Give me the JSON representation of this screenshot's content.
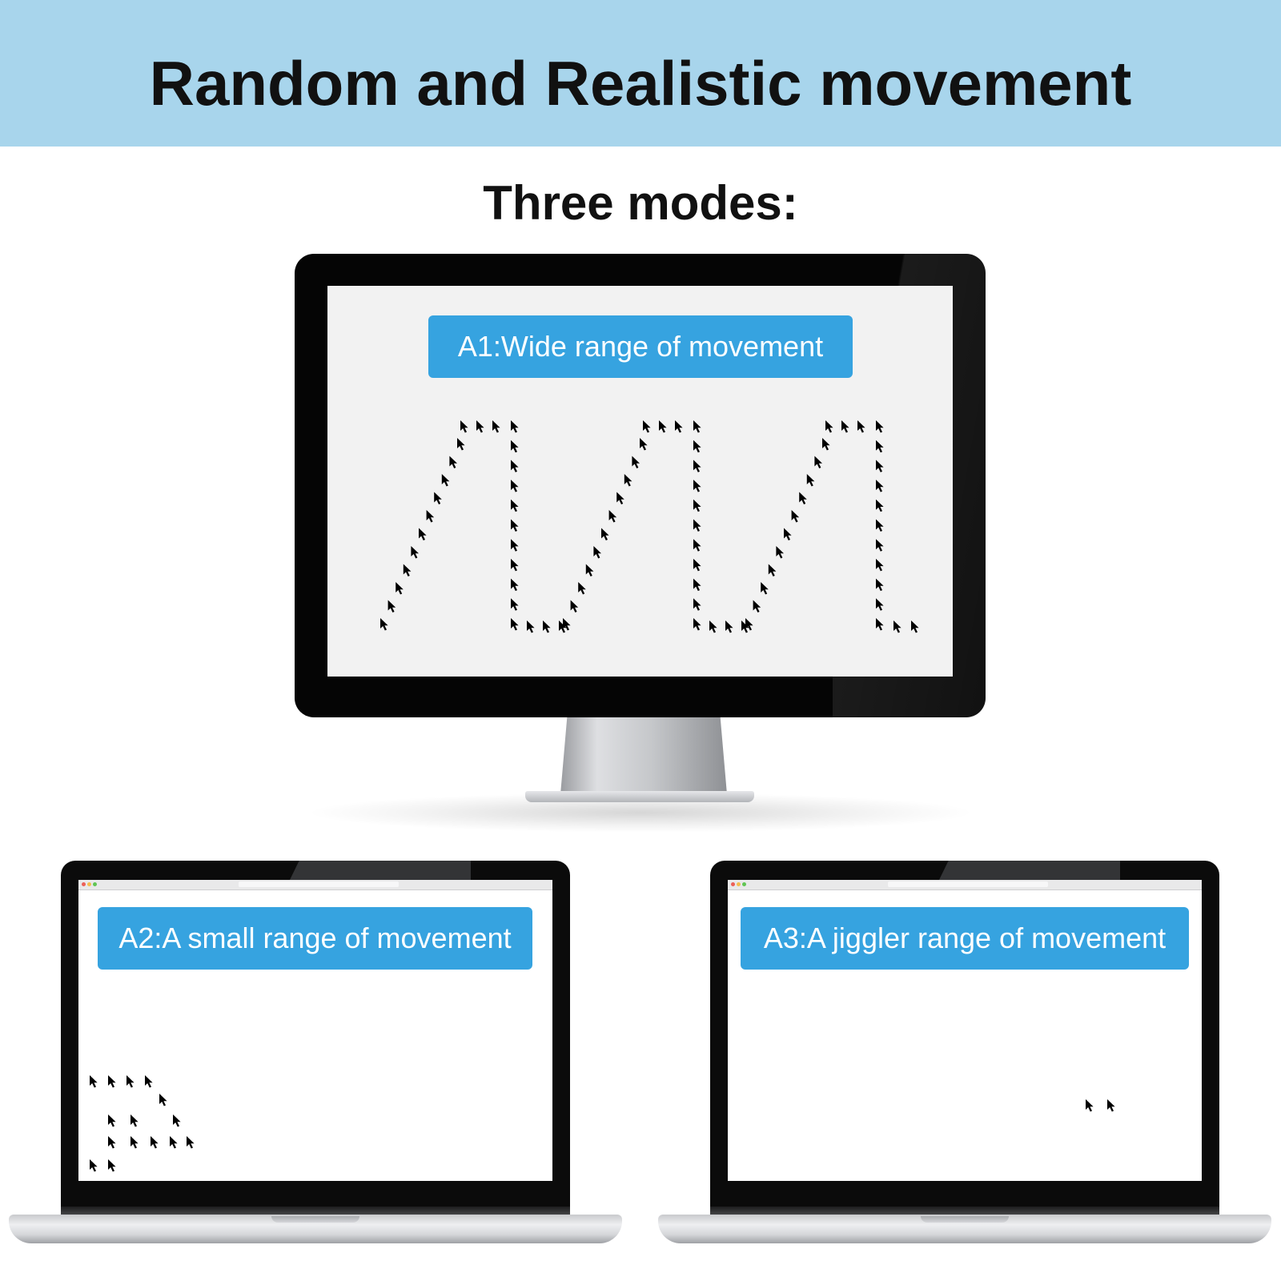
{
  "header": {
    "title": "Random and Realistic movement"
  },
  "subtitle": "Three modes:",
  "modes": [
    {
      "label": "A1:Wide range of movement"
    },
    {
      "label": "A2:A small range of movement"
    },
    {
      "label": "A3:A jiggler range of movement"
    }
  ],
  "icons": {
    "cursor": "mouse-pointer-arrow-icon"
  },
  "colors": {
    "banner": "#a8d5ec",
    "label_background": "#36a3e0",
    "label_text": "#ffffff",
    "monitor_screen": "#f2f2f2",
    "cursor": "#000000"
  }
}
